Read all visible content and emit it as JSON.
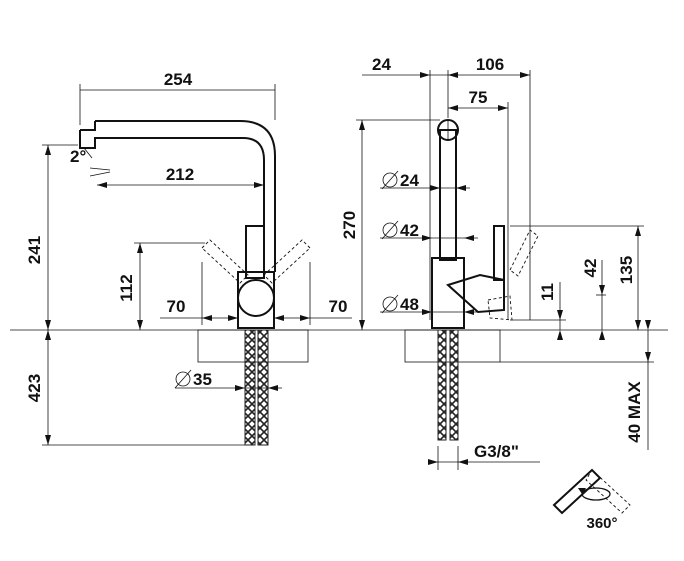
{
  "front_view": {
    "spout_reach": "254",
    "spout_inner": "212",
    "spout_angle": "2°",
    "height_above_deck": "241",
    "lever_height": "112",
    "lever_left": "70",
    "lever_right": "70",
    "hose_length": "423",
    "hole_diameter": "35"
  },
  "side_view": {
    "back_offset": "24",
    "front_reach": "106",
    "spout_offset": "75",
    "total_height": "270",
    "spout_diameter": "24",
    "column_diameter": "42",
    "body_diameter": "48",
    "lever_height": "135",
    "lever_offset": "42",
    "lever_gap": "11",
    "deck_thickness": "40 MAX",
    "thread": "G3/8\""
  },
  "rotation": {
    "label": "360°"
  }
}
